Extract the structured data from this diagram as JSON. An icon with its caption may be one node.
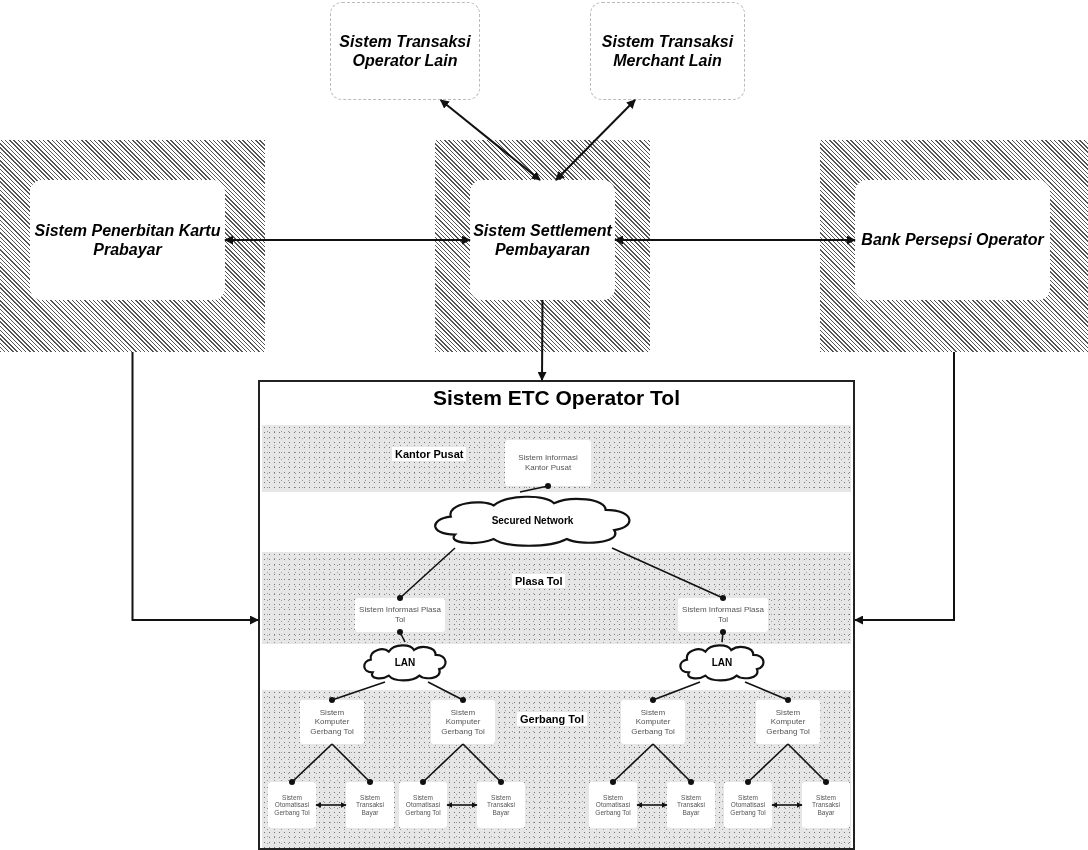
{
  "diagram": {
    "nodes": [
      {
        "text": [
          "Sistem Transaksi Operator Lain"
        ]
      },
      {
        "text": [
          "Sistem Transaksi Merchant Lain"
        ]
      },
      {
        "text": [],
        "shape": "box"
      },
      {
        "text": [
          "Sistem Penerbitan Kartu Prabayar"
        ],
        "in": 2
      },
      {
        "text": [],
        "shape": "box"
      },
      {
        "text": [
          "Sistem Settlement Pembayaran"
        ],
        "in": 4
      },
      {
        "text": [],
        "shape": "box"
      },
      {
        "text": [
          "Bank Persepsi Operator"
        ],
        "in": 6
      },
      {
        "text": [
          "Sistem ETC Operator Tol"
        ]
      },
      {
        "text": [
          "Kantor Pusat"
        ],
        "in": 8
      },
      {
        "text": [
          "Sistem Informasi Kantor Pusat"
        ],
        "in": 9
      },
      {
        "text": [
          "Secured Network"
        ],
        "in": 8
      },
      {
        "text": [
          "Plasa Tol"
        ],
        "in": 8
      },
      {
        "text": [
          "Sistem Informasi Plasa Tol"
        ],
        "in": 12
      },
      {
        "text": [
          "Sistem Informasi Plasa Tol"
        ],
        "in": 12
      },
      {
        "text": [
          "LAN"
        ],
        "in": 8
      },
      {
        "text": [
          "LAN"
        ],
        "in": 8
      },
      {
        "text": [
          "Gerbang Tol"
        ],
        "in": 8
      },
      {
        "text": [
          "Sistem Komputer Gerbang Tol"
        ],
        "in": 17
      },
      {
        "text": [
          "Sistem Komputer Gerbang Tol"
        ],
        "in": 17
      },
      {
        "text": [
          "Sistem Komputer Gerbang Tol"
        ],
        "in": 17
      },
      {
        "text": [
          "Sistem Komputer Gerbang Tol"
        ],
        "in": 17
      },
      {
        "text": [
          "Sistem Otomatisasi Gerbang Tol"
        ],
        "in": 17
      },
      {
        "text": [
          "Sistem Transaksi Bayar"
        ],
        "in": 17
      },
      {
        "text": [
          "Sistem Otomatisasi Gerbang Tol"
        ],
        "in": 17
      },
      {
        "text": [
          "Sistem Transaksi Bayar"
        ],
        "in": 17
      },
      {
        "text": [
          "Sistem Otomatisasi Gerbang Tol"
        ],
        "in": 17
      },
      {
        "text": [
          "Sistem Transaksi Bayar"
        ],
        "in": 17
      },
      {
        "text": [
          "Sistem Otomatisasi Gerbang Tol"
        ],
        "in": 17
      },
      {
        "text": [
          "Sistem Transaksi Bayar"
        ],
        "in": 17
      }
    ],
    "edges": [
      {
        "from": 0,
        "to": 5,
        "arrow": "both"
      },
      {
        "from": 1,
        "to": 5,
        "arrow": "both"
      },
      {
        "from": 3,
        "to": 5,
        "arrow": "both"
      },
      {
        "from": 5,
        "to": 7,
        "arrow": "both"
      },
      {
        "from": 5,
        "to": 8,
        "arrow": "to"
      },
      {
        "from": 2,
        "to": 8,
        "arrow": "to"
      },
      {
        "from": 6,
        "to": 8,
        "arrow": "to"
      },
      {
        "from": 11,
        "to": 10,
        "arrow": "other"
      },
      {
        "from": 11,
        "to": 13,
        "arrow": "other"
      },
      {
        "from": 11,
        "to": 14,
        "arrow": "other"
      },
      {
        "from": 15,
        "to": 13,
        "arrow": "other"
      },
      {
        "from": 16,
        "to": 14,
        "arrow": "other"
      },
      {
        "from": 15,
        "to": 18,
        "arrow": "other"
      },
      {
        "from": 15,
        "to": 19,
        "arrow": "other"
      },
      {
        "from": 16,
        "to": 20,
        "arrow": "other"
      },
      {
        "from": 16,
        "to": 21,
        "arrow": "other"
      },
      {
        "from": 18,
        "to": 22,
        "arrow": "other"
      },
      {
        "from": 18,
        "to": 23,
        "arrow": "other"
      },
      {
        "from": 19,
        "to": 24,
        "arrow": "other"
      },
      {
        "from": 19,
        "to": 25,
        "arrow": "other"
      },
      {
        "from": 20,
        "to": 26,
        "arrow": "other"
      },
      {
        "from": 20,
        "to": 27,
        "arrow": "other"
      },
      {
        "from": 21,
        "to": 28,
        "arrow": "other"
      },
      {
        "from": 21,
        "to": 29,
        "arrow": "other"
      },
      {
        "from": 22,
        "to": 23,
        "arrow": "both"
      },
      {
        "from": 24,
        "to": 25,
        "arrow": "both"
      },
      {
        "from": 26,
        "to": 27,
        "arrow": "both"
      },
      {
        "from": 28,
        "to": 29,
        "arrow": "both"
      }
    ]
  }
}
